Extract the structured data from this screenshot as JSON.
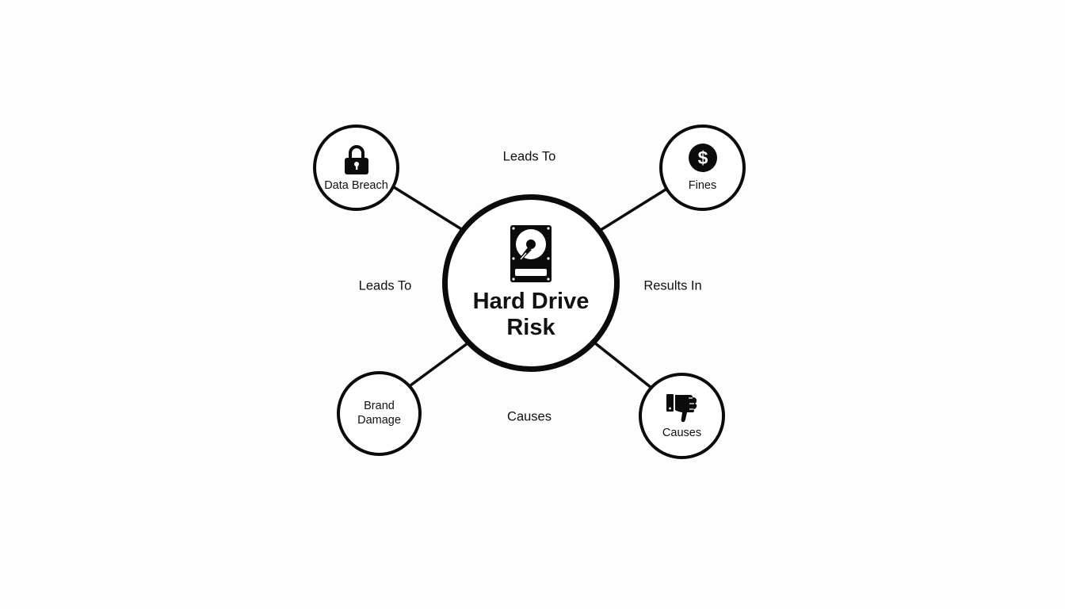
{
  "diagram": {
    "type": "mind-map",
    "center": {
      "label": "Hard Drive Risk",
      "label_line1": "Hard Drive",
      "label_line2": "Risk",
      "icon": "hard-drive-icon"
    },
    "nodes": [
      {
        "id": "data-breach",
        "label": "Data Breach",
        "icon": "padlock-icon",
        "position": "top-left"
      },
      {
        "id": "fines",
        "label": "Fines",
        "icon": "dollar-coin-icon",
        "position": "top-right"
      },
      {
        "id": "brand-damage",
        "label_line1": "Brand",
        "label_line2": "Damage",
        "label": "Brand Damage",
        "icon": null,
        "position": "bottom-left"
      },
      {
        "id": "causes",
        "label": "Causes",
        "icon": "thumbs-down-icon",
        "position": "bottom-right"
      }
    ],
    "edge_labels": [
      {
        "text": "Leads To",
        "position": "top"
      },
      {
        "text": "Leads To",
        "position": "left"
      },
      {
        "text": "Results In",
        "position": "right"
      },
      {
        "text": "Causes",
        "position": "bottom"
      }
    ],
    "colors": {
      "stroke": "#0b0b0b",
      "background": "#fdfdfd",
      "node_fill": "#ffffff",
      "text": "#111111"
    }
  }
}
